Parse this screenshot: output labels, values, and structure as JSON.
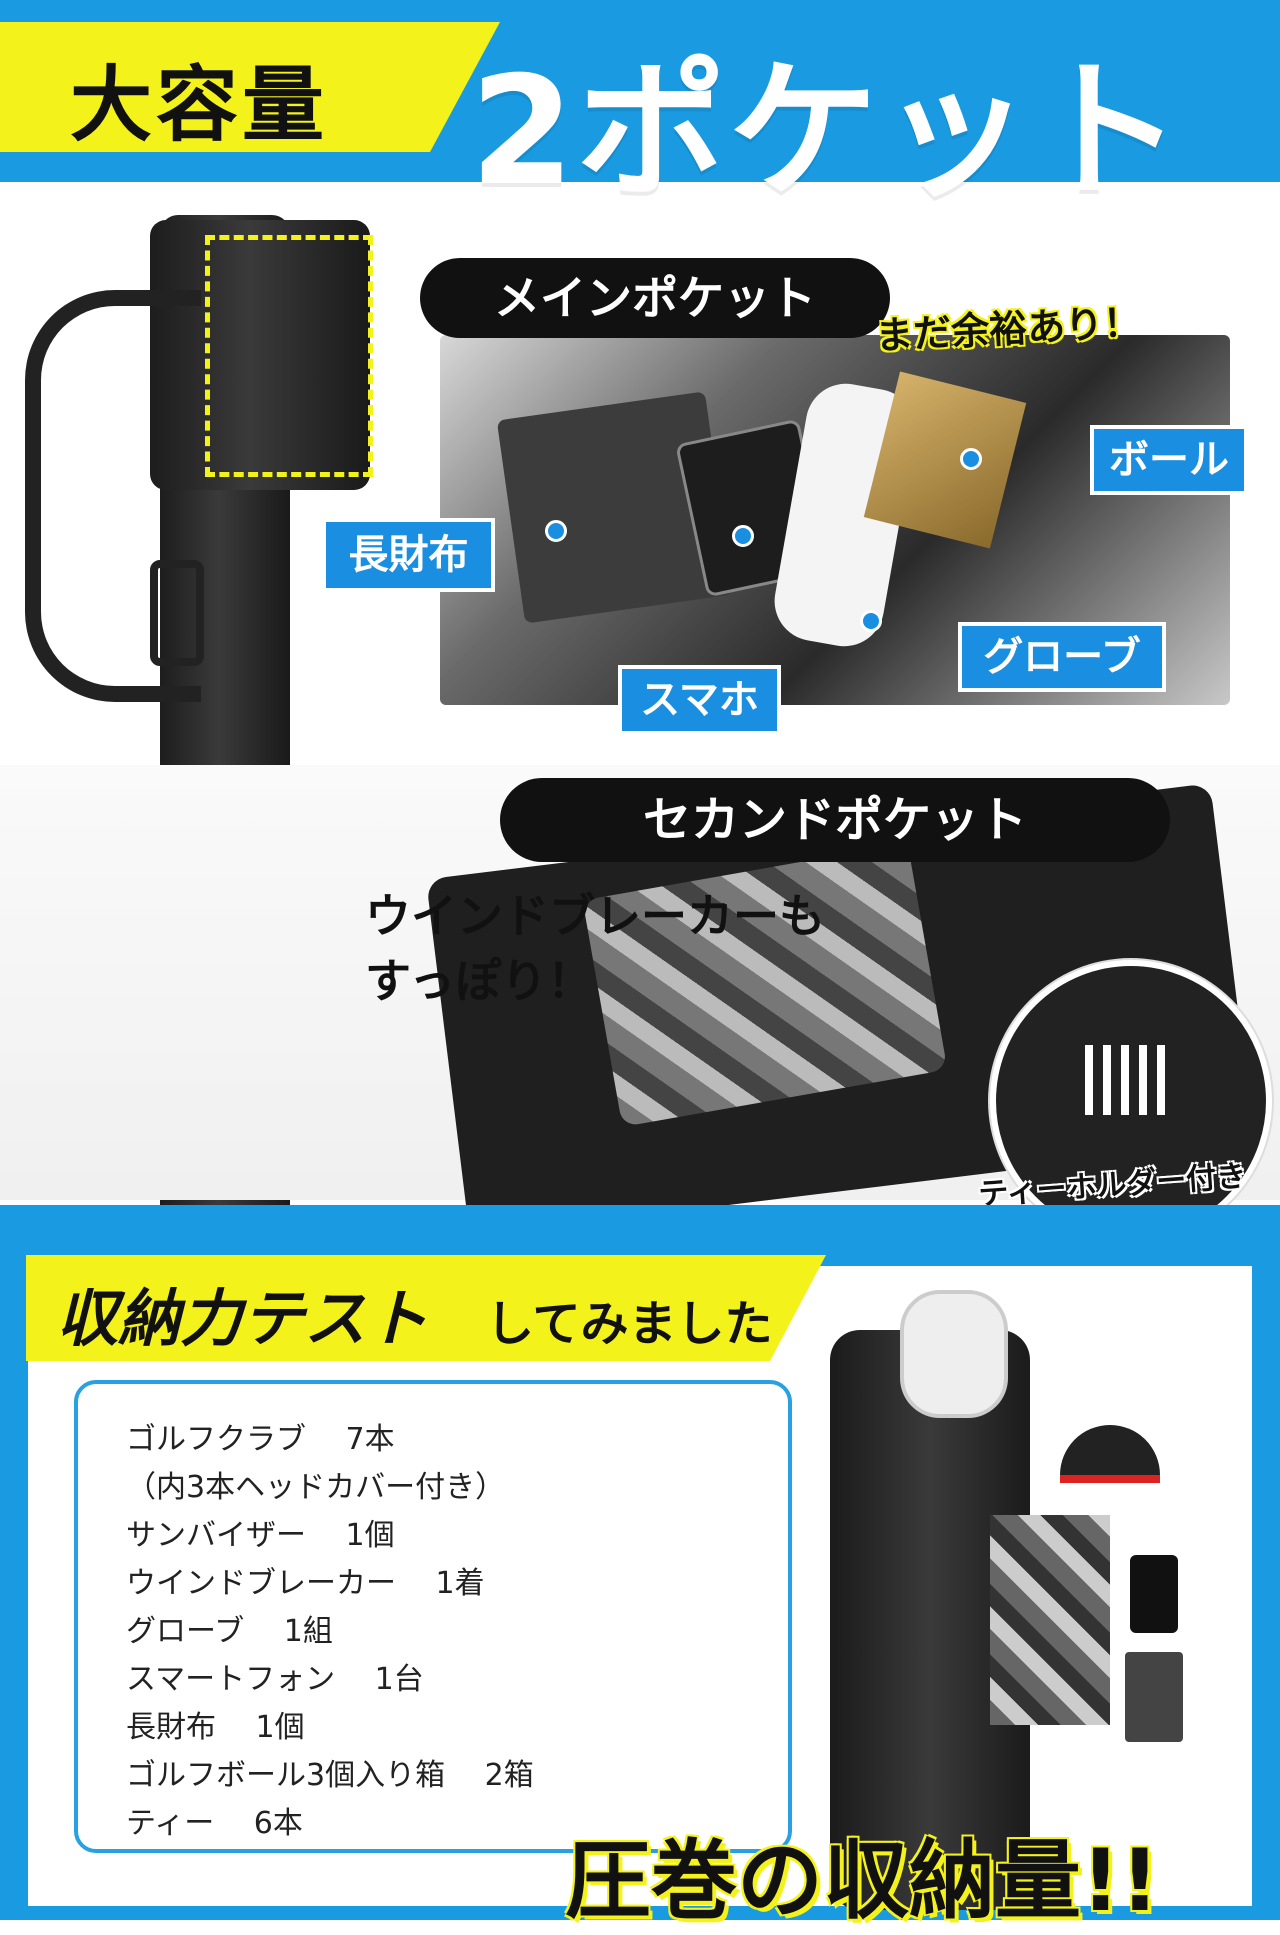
{
  "header": {
    "label": "大容量",
    "title": "2ポケット"
  },
  "main_pocket": {
    "title": "メインポケット",
    "note": "まだ余裕あり！",
    "tags": {
      "ball": "ボール",
      "wallet": "長財布",
      "phone": "スマホ",
      "glove": "グローブ"
    }
  },
  "second_pocket": {
    "title": "セカンドポケット",
    "caption_line1": "ウインドブレーカーも",
    "caption_line2": "すっぽり！",
    "tee_label": "ティーホルダー付き"
  },
  "storage_test": {
    "heading_main": "収納力テスト",
    "heading_sub": "してみました",
    "items": [
      "ゴルフクラブ　 7本",
      "（内3本ヘッドカバー付き）",
      "サンバイザー　 1個",
      "ウインドブレーカー　 1着",
      "グローブ　 1組",
      "スマートフォン　 1台",
      "長財布　 1個",
      "ゴルフボール3個入り箱　 2箱",
      "ティー　 6本"
    ],
    "caption": "圧巻の収納量!!"
  },
  "colors": {
    "blue": "#1a9ae0",
    "yellow": "#f3f21a",
    "black": "#111111"
  }
}
